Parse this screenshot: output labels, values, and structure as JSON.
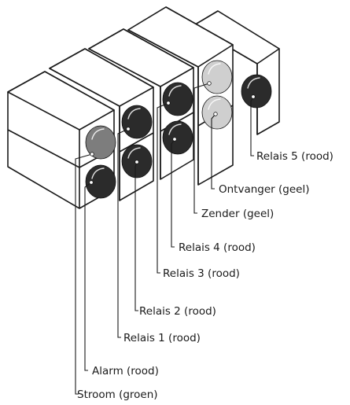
{
  "diagram": {
    "colors": {
      "rood": "#2b2b2b",
      "groen": "#7d7d7d",
      "geel": "#cfcfcf",
      "outline": "#1a1a1a"
    },
    "leds": [
      {
        "id": "stroom",
        "label": "Stroom (groen)",
        "color_name": "groen"
      },
      {
        "id": "alarm",
        "label": "Alarm (rood)",
        "color_name": "rood"
      },
      {
        "id": "relais1",
        "label": "Relais 1 (rood)",
        "color_name": "rood"
      },
      {
        "id": "relais2",
        "label": "Relais 2 (rood)",
        "color_name": "rood"
      },
      {
        "id": "relais3",
        "label": "Relais 3 (rood)",
        "color_name": "rood"
      },
      {
        "id": "relais4",
        "label": "Relais 4 (rood)",
        "color_name": "rood"
      },
      {
        "id": "zender",
        "label": "Zender (geel)",
        "color_name": "geel"
      },
      {
        "id": "ontvanger",
        "label": "Ontvanger (geel)",
        "color_name": "geel"
      },
      {
        "id": "relais5",
        "label": "Relais 5 (rood)",
        "color_name": "rood"
      }
    ]
  }
}
